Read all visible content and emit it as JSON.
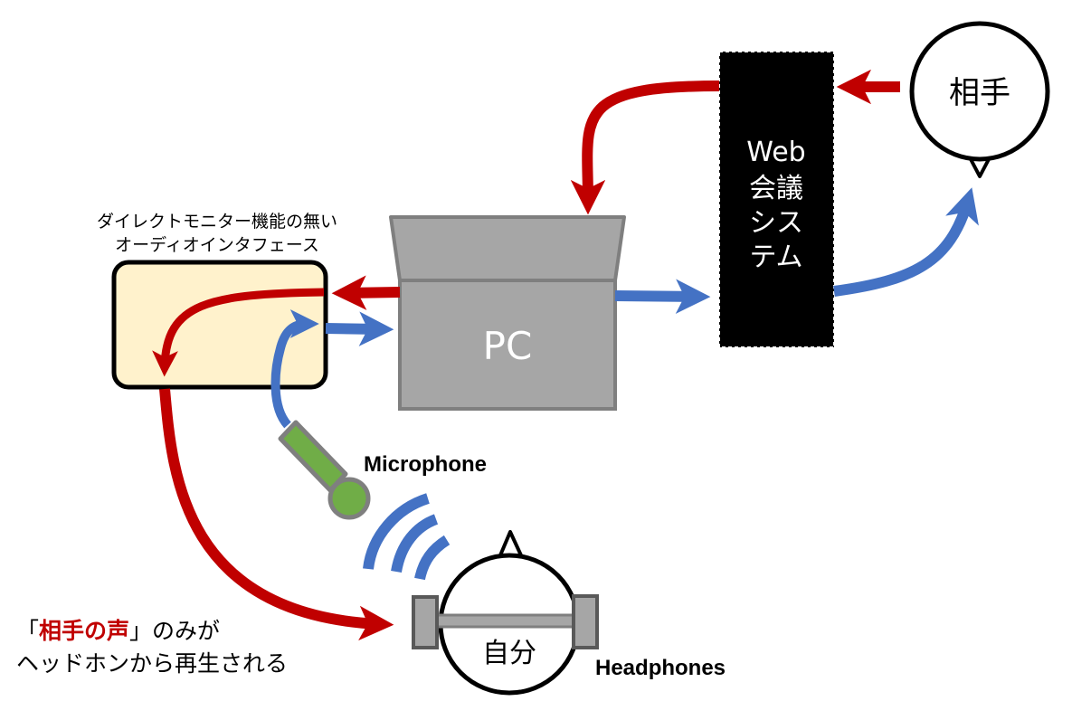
{
  "nodes": {
    "interface": {
      "title_line1": "ダイレクトモニター機能の無い",
      "title_line2": "オーディオインタフェース"
    },
    "pc": {
      "label": "PC"
    },
    "web_conference": {
      "lines": [
        "Web",
        "会議",
        "シス",
        "テム"
      ]
    },
    "partner": {
      "label": "相手"
    },
    "self": {
      "label": "自分"
    }
  },
  "labels": {
    "microphone": "Microphone",
    "headphones": "Headphones"
  },
  "note": {
    "open_bracket": "「",
    "highlight": "相手の声",
    "rest_line1": "」のみが",
    "line2": "ヘッドホンから再生される"
  },
  "colors": {
    "red_flow": "#c00000",
    "blue_flow": "#4472c4",
    "interface_fill": "#fff2cc",
    "pc_fill": "#a6a6a6",
    "mic_fill": "#70ad47",
    "headphone_fill": "#a6a6a6"
  },
  "icons": [
    "microphone-icon",
    "sound-wave-icon",
    "headphones-icon",
    "arrow-icon"
  ]
}
